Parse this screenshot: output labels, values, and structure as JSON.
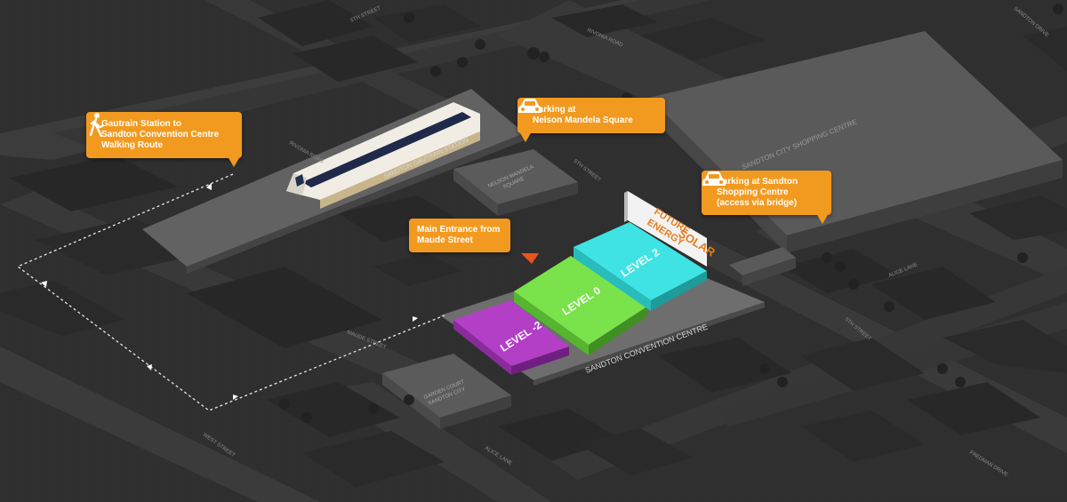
{
  "callouts": {
    "walking": "Gautrain Station to\nSandton Convention Centre\nWalking Route",
    "parking_mandela": "Parking at\nNelson Mandela Square",
    "parking_sandton": "Parking at Sandton\nShopping Centre\n(access via bridge)",
    "main_entrance": "Main Entrance from\nMaude Street"
  },
  "levels": {
    "minus2": "LEVEL -2",
    "zero": "LEVEL 0",
    "two": "LEVEL 2"
  },
  "buildings": {
    "convention_centre": "SANDTON CONVENTION CENTRE",
    "gautrain_station": "SANDTON GAUTRAIN STATION",
    "mandela_square": "NELSON MANDELA\nSQUARE",
    "sandton_city": "SANDTON CITY SHOPPING CENTRE",
    "garden_court": "GARDEN COURT\nSANDTON CITY"
  },
  "billboard": {
    "line1": "FUTURE",
    "line2": "ENERGY",
    "line3": "SOLAR"
  },
  "streets": {
    "fifth_top": "5TH STREET",
    "fifth_mid": "5TH STREET",
    "fifth_right": "5TH STREET",
    "rivonia_top": "RIVONIA ROAD",
    "rivonia_left": "RIVONIA ROAD",
    "sandton_drive": "SANDTON DRIVE",
    "maude": "MAUDE STREET",
    "west": "WEST STREET",
    "alice_bottom": "ALICE LANE",
    "alice_right": "ALICE LANE",
    "fredman": "FREDMAN DRIVE"
  },
  "colors": {
    "callout": "#f29a1f",
    "level_minus2": "#9b2fae",
    "level_0": "#6ad33a",
    "level_2": "#31d4d4",
    "map_bg": "#2f2f2f"
  }
}
